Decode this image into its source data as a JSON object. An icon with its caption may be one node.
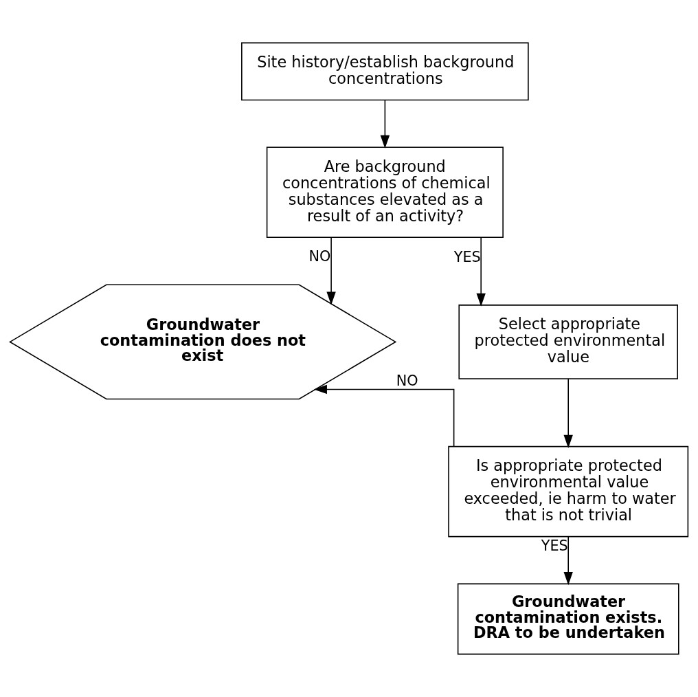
{
  "diagram": {
    "nodes": [
      {
        "text": [
          "Site history/establish background concentrations"
        ]
      },
      {
        "text": [
          "Are background concentrations of chemical substances elevated as a result of an activity?"
        ]
      },
      {
        "text": [
          "Groundwater contamination does not exist"
        ]
      },
      {
        "text": [
          "Select appropriate protected environmental value"
        ]
      },
      {
        "text": [
          "Is appropriate protected environmental value exceeded, ie harm to water that is not trivial"
        ]
      },
      {
        "text": [
          "Groundwater contamination exists. DRA to be undertaken"
        ]
      }
    ],
    "edges": [
      {
        "from": 0,
        "to": 1,
        "arrow": "to"
      },
      {
        "from": 1,
        "to": 2,
        "arrow": "to",
        "label": "NO"
      },
      {
        "from": 1,
        "to": 3,
        "arrow": "to",
        "label": "YES"
      },
      {
        "from": 3,
        "to": 4,
        "arrow": "to"
      },
      {
        "from": 4,
        "to": 2,
        "arrow": "to",
        "label": "NO"
      },
      {
        "from": 4,
        "to": 5,
        "arrow": "to",
        "label": "YES"
      }
    ]
  }
}
